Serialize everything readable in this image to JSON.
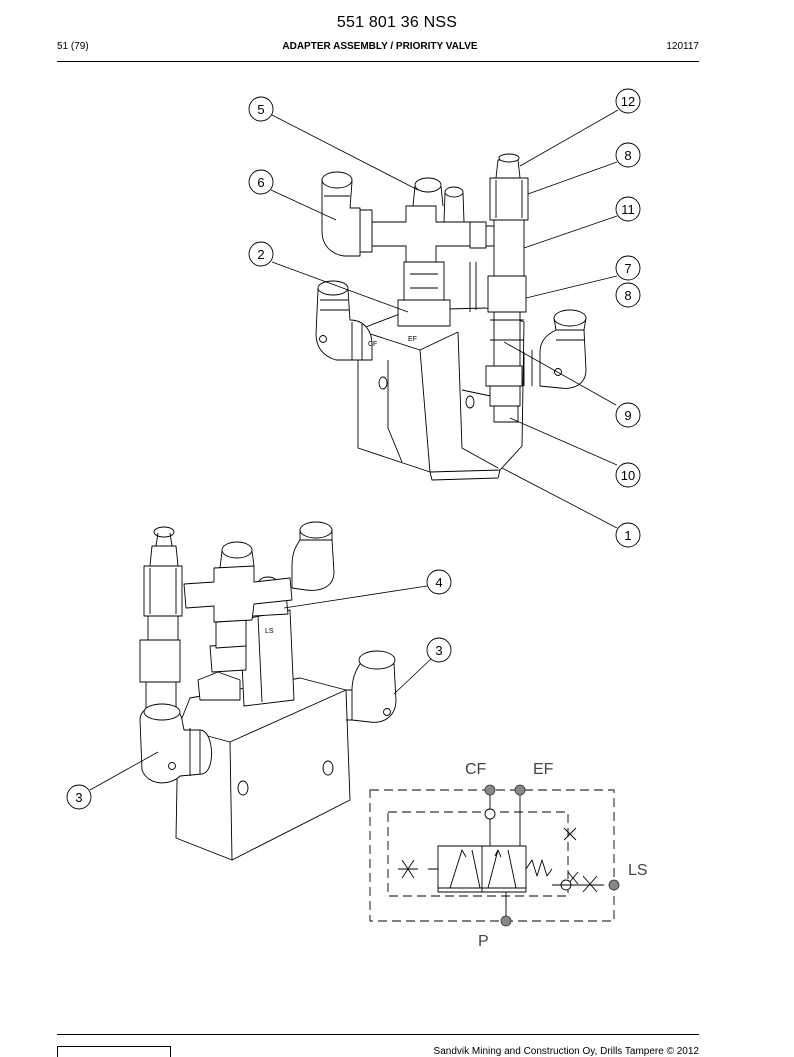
{
  "header": {
    "doc_number": "551 801 36 NSS",
    "page": "51 (79)",
    "title": "ADAPTER ASSEMBLY / PRIORITY VALVE",
    "date_code": "120117"
  },
  "callouts": [
    "5",
    "6",
    "2",
    "12",
    "8",
    "11",
    "7",
    "8",
    "9",
    "10",
    "1",
    "4",
    "3",
    "3"
  ],
  "part_labels": {
    "cf": "CF",
    "ef": "EF",
    "ls": "LS"
  },
  "schematic": {
    "port_cf": "CF",
    "port_ef": "EF",
    "port_ls": "LS",
    "port_p": "P"
  },
  "footer": {
    "copyright": "Sandvik Mining and Construction Oy, Drills Tampere © 2012"
  }
}
